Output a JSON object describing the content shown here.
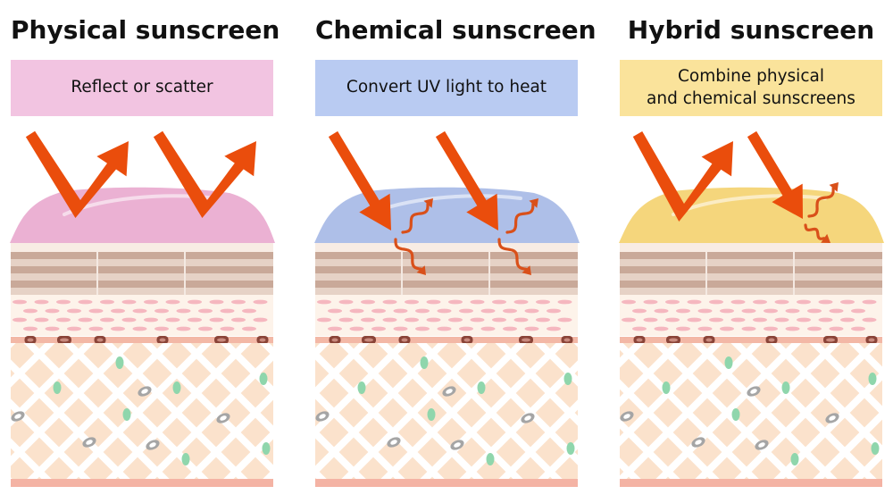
{
  "panels": [
    {
      "id": "physical",
      "title": "Physical sunscreen",
      "label": "Reflect or scatter",
      "colors": {
        "box": "#f2c4e1",
        "film": "#ebb1d3"
      }
    },
    {
      "id": "chemical",
      "title": "Chemical sunscreen",
      "label": "Convert UV light to heat",
      "colors": {
        "box": "#b9cbf2",
        "film": "#aebfe8"
      }
    },
    {
      "id": "hybrid",
      "title": "Hybrid sunscreen",
      "label": "Combine physical\nand chemical sunscreens",
      "colors": {
        "box": "#fae39b",
        "film": "#f5d67c"
      }
    }
  ],
  "palette": {
    "uv_arrow": "#ea4d0c",
    "heat_squiggle": "#d9501a",
    "epidermis_dark": "#c9a999",
    "epidermis_light": "#e6d2c6",
    "basal_line": "#f3b8a6",
    "melanocyte": "#8a4438",
    "dermis_fill": "#fbe2cc",
    "dermis_fibers": "#ffffff",
    "fibroblast_green": "#8fd6ac",
    "fibroblast_gray": "#a5a5a5",
    "base_layer": "#f4b3a4"
  }
}
